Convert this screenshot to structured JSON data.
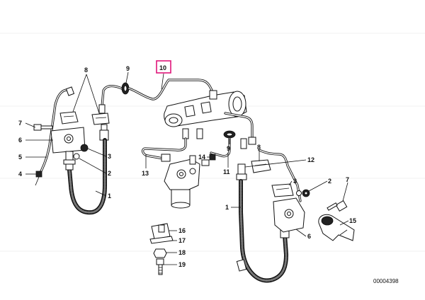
{
  "callouts": [
    {
      "id": "8a",
      "text": "8"
    },
    {
      "id": "9a",
      "text": "9"
    },
    {
      "id": "10",
      "text": "10"
    },
    {
      "id": "7a",
      "text": "7"
    },
    {
      "id": "6a",
      "text": "6"
    },
    {
      "id": "5",
      "text": "5"
    },
    {
      "id": "4",
      "text": "4"
    },
    {
      "id": "3a",
      "text": "3"
    },
    {
      "id": "2a",
      "text": "2"
    },
    {
      "id": "1a",
      "text": "1"
    },
    {
      "id": "13",
      "text": "13"
    },
    {
      "id": "14",
      "text": "14"
    },
    {
      "id": "9b",
      "text": "9"
    },
    {
      "id": "11",
      "text": "11"
    },
    {
      "id": "8b",
      "text": "8"
    },
    {
      "id": "12",
      "text": "12"
    },
    {
      "id": "3b",
      "text": "3"
    },
    {
      "id": "2b",
      "text": "2"
    },
    {
      "id": "7b",
      "text": "7"
    },
    {
      "id": "1b",
      "text": "1"
    },
    {
      "id": "15",
      "text": "15"
    },
    {
      "id": "6b",
      "text": "6"
    },
    {
      "id": "16",
      "text": "16"
    },
    {
      "id": "17",
      "text": "17"
    },
    {
      "id": "18",
      "text": "18"
    },
    {
      "id": "19",
      "text": "19"
    }
  ],
  "highlight_color": "#e0157a",
  "doc_id": "00004398"
}
